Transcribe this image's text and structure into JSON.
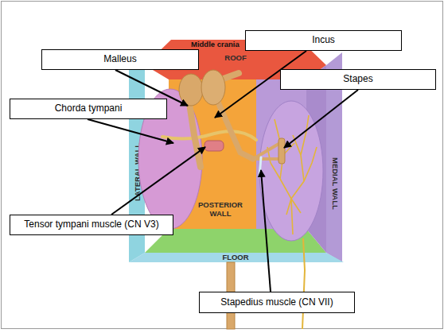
{
  "diagram": {
    "nodes": [
      {
        "text": [
          "Incus"
        ]
      },
      {
        "text": [
          "Malleus"
        ]
      },
      {
        "text": [
          "ROOF"
        ]
      },
      {
        "text": [
          "Stapes"
        ]
      },
      {
        "text": [
          "Chorda tympani"
        ]
      },
      {
        "text": [
          "LATERAL WALL"
        ]
      },
      {
        "text": [
          "MEDIAL WALL"
        ]
      },
      {
        "text": [
          "POSTERIOR WALL"
        ]
      },
      {
        "text": [
          "Tensor tympani muscle (CN V3)"
        ]
      },
      {
        "text": [
          "FLOOR"
        ]
      },
      {
        "text": [
          "Stapedius muscle (CN VII)"
        ]
      }
    ],
    "labels": [
      "Middle crania"
    ]
  }
}
